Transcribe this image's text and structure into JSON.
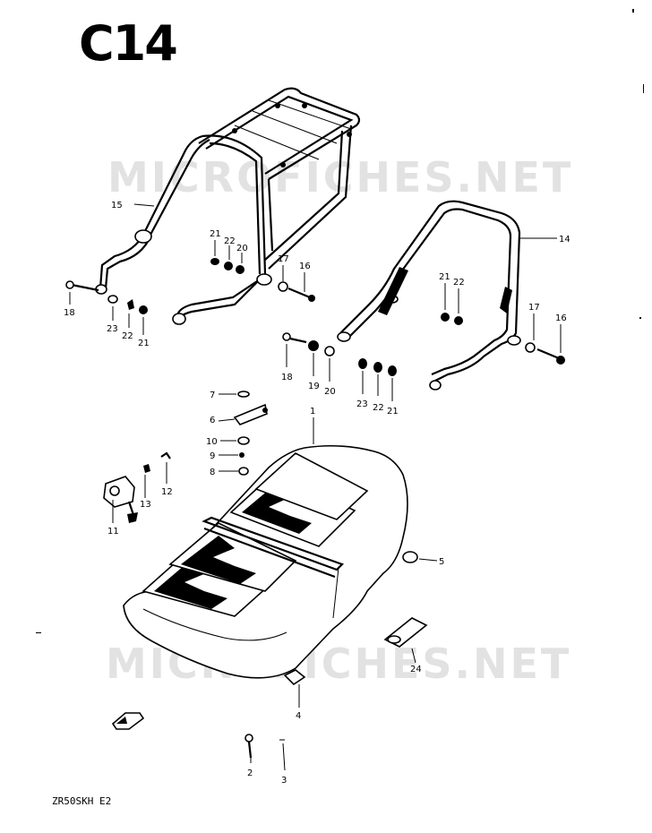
{
  "header": {
    "page_code": "C14"
  },
  "footer": {
    "model_code": "ZR50SKH E2"
  },
  "watermark": {
    "text": "MICROFICHES.NET"
  },
  "callouts": {
    "p1": "1",
    "p2": "2",
    "p3": "3",
    "p4": "4",
    "p5": "5",
    "p6": "6",
    "p7": "7",
    "p8": "8",
    "p9": "9",
    "p10": "10",
    "p11": "11",
    "p12": "12",
    "p13": "13",
    "p14": "14",
    "p15": "15",
    "p16a": "16",
    "p16b": "16",
    "p17a": "17",
    "p17b": "17",
    "p18a": "18",
    "p18b": "18",
    "p19": "19",
    "p20a": "20",
    "p20b": "20",
    "p21a": "21",
    "p21b": "21",
    "p21c": "21",
    "p21d": "21",
    "p22a": "22",
    "p22b": "22",
    "p22c": "22",
    "p22d": "22",
    "p23a": "23",
    "p23b": "23",
    "p24": "24"
  }
}
